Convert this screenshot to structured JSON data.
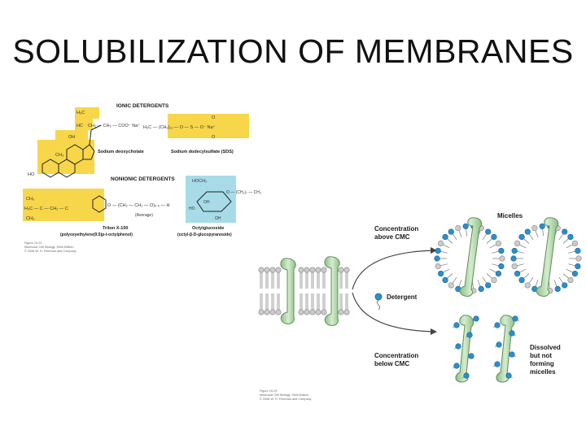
{
  "slide": {
    "title": "SOLUBILIZATION OF MEMBRANES"
  },
  "detergents_figure": {
    "ionic_heading": "IONIC DETERGENTS",
    "nonionic_heading": "NONIONIC DETERGENTS",
    "sodium_deoxycholate": "Sodium deoxycholate",
    "sds": "Sodium dodecylsulfate (SDS)",
    "triton_name": "Triton X-100",
    "triton_sub": "(polyoxyethylene(9.5)p-t-octylphenol)",
    "average": "(Average)",
    "octyl_name": "Octylglucoside",
    "octyl_sub": "(octyl-β-D-glucopyranoside)",
    "caption_l1": "Figure 10-22",
    "caption_l2": "Molecular Cell Biology, Sixth Edition",
    "caption_l3": "© 2008 W. H. Freeman and Company",
    "chem": {
      "h3c": "H₃C",
      "hc": "HC",
      "ch2_chain": "CH₂ — CH₂ — COO⁻ Na⁺",
      "oh": "OH",
      "ch3": "CH₃",
      "ho": "HO",
      "sds_formula": "H₃C — (CH₂)₁₁ — O — S — O⁻ Na⁺",
      "o": "O",
      "triton_chain": "O — (CH₂ — CH₂ — O)₉.₅ — H",
      "hoch2": "HOCH₂",
      "octyl_chain": "O — (CH₂)₇ — CH₃",
      "h3c_c": "H₃C — C — CH₂ — C"
    }
  },
  "membrane_figure": {
    "micelles_label": "Micelles",
    "above_cmc_l1": "Concentration",
    "above_cmc_l2": "above CMC",
    "detergent_label": "Detergent",
    "below_cmc_l1": "Concentration",
    "below_cmc_l2": "below CMC",
    "dissolved_l1": "Dissolved",
    "dissolved_l2": "but not",
    "dissolved_l3": "forming",
    "dissolved_l4": "micelles",
    "caption_l1": "Figure 10-29",
    "caption_l2": "Molecular Cell Biology, Sixth Edition",
    "caption_l3": "© 2008 W. H. Freeman and Company"
  },
  "colors": {
    "ring_yellow": "#f7d64a",
    "sugar_blue": "#a7dbe8",
    "protein_green": "#b7dcae",
    "protein_stroke": "#5e8f5a",
    "detergent_head": "#2a8fd0",
    "lipid_head": "#cccccc"
  }
}
